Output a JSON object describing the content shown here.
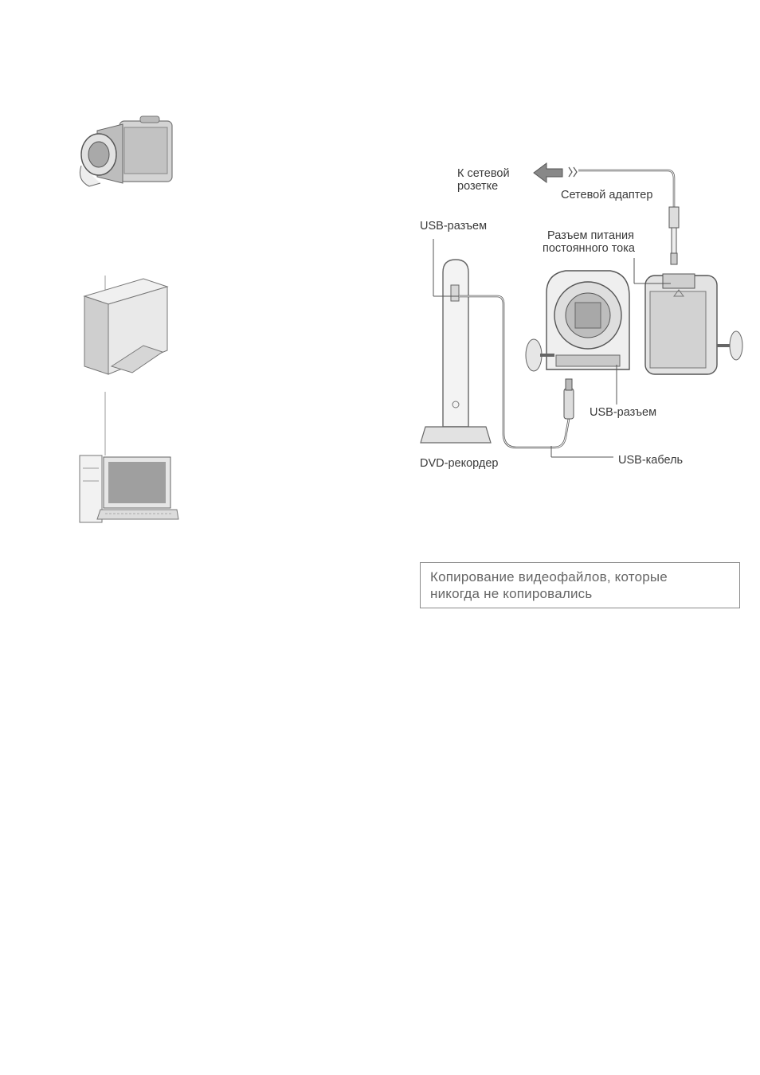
{
  "diagram": {
    "labels": {
      "to_outlet_line1": "К сетевой",
      "to_outlet_line2": "розетке",
      "ac_adapter": "Сетевой адаптер",
      "usb_port_recorder": "USB-разъем",
      "dc_jack_line1": "Разъем питания",
      "dc_jack_line2": "постоянного тока",
      "usb_port_camera": "USB-разъем",
      "dvd_recorder": "DVD-рекордер",
      "usb_cable": "USB-кабель"
    }
  },
  "section": {
    "heading_line1": "Копирование видеофайлов, которые",
    "heading_line2": "никогда не копировались"
  },
  "icons": [
    "camcorder-icon",
    "external-drive-icon",
    "computer-icon"
  ]
}
